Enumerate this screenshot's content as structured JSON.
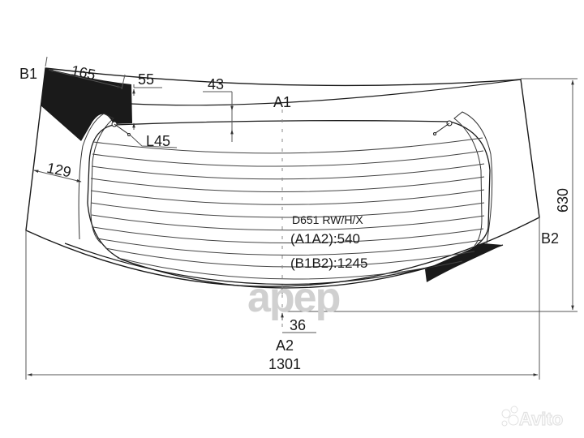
{
  "drawing": {
    "part_code": "D651 RW/H/X",
    "diagonal_a": "(A1A2):540",
    "diagonal_b": "(B1B2):1245",
    "points": {
      "a1": "A1",
      "a2": "A2",
      "b1": "B1",
      "b2": "B2"
    },
    "dimensions": {
      "width_total": "1301",
      "height_total": "630",
      "corner_band": "165",
      "top_band": "55",
      "top_center_band": "43",
      "bottom_center_band": "36",
      "side_band": "129",
      "lamp": "L45"
    },
    "colors": {
      "line": "#1a1a1a",
      "dim_line": "#555555",
      "fill_band": "#1a1a1a"
    }
  },
  "watermarks": {
    "center": "apep",
    "corner": "Avito"
  }
}
